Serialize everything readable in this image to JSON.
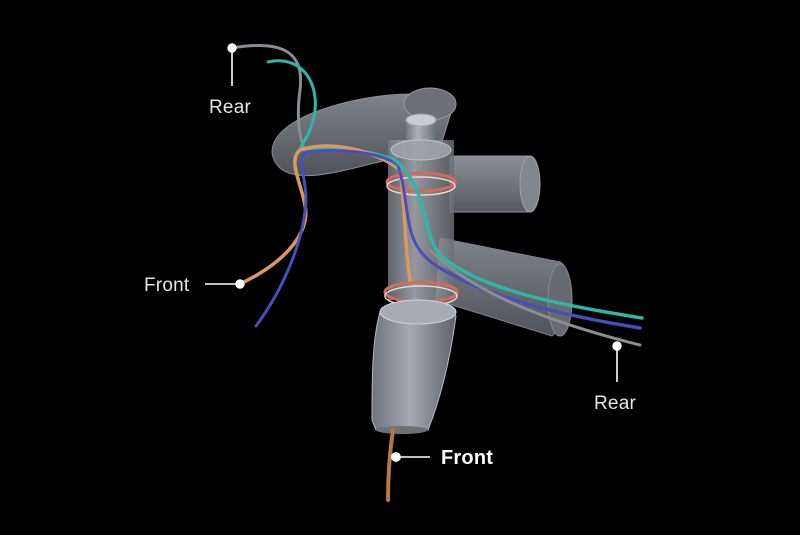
{
  "labels": {
    "rear_top": "Rear",
    "front_left": "Front",
    "rear_right": "Rear",
    "front_bottom": "Front"
  },
  "colors": {
    "background": "#000000",
    "frame": "#8f939c",
    "cable_teal": "#2fb6a8",
    "cable_blue": "#4a4fb8",
    "cable_orange": "#d99a62",
    "cable_gray": "#8a8d92",
    "cable_copper": "#b27a4c",
    "ring_red": "#d46a5e",
    "callout": "#ffffff"
  }
}
